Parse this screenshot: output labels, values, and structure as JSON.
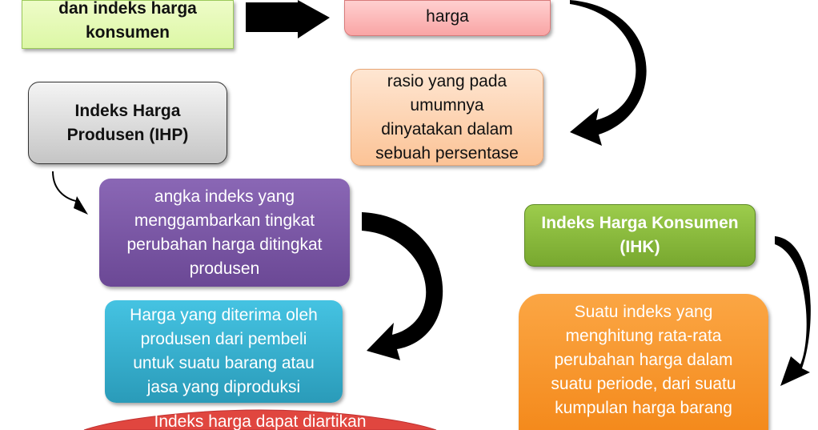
{
  "nodes": {
    "green": {
      "lines": [
        "dan indeks harga",
        "konsumen"
      ],
      "color": "#e3fab0"
    },
    "pink": {
      "lines": [
        "harga"
      ],
      "color": "#fcb6b6"
    },
    "peach": {
      "lines": [
        "rasio yang pada",
        "umumnya",
        "dinyatakan dalam",
        "sebuah persentase"
      ],
      "color": "#fdd3b0"
    },
    "ihp": {
      "lines": [
        "Indeks Harga",
        "Produsen (IHP)"
      ],
      "color": "#d8d8d8"
    },
    "purple": {
      "lines": [
        "angka indeks yang",
        "menggambarkan tingkat",
        "perubahan harga ditingkat",
        "produsen"
      ],
      "color": "#7a55a5"
    },
    "cyan": {
      "lines": [
        "Harga yang diterima oleh",
        "produsen dari pembeli",
        "untuk suatu barang atau",
        "jasa yang diproduksi"
      ],
      "color": "#35b2d3"
    },
    "red": {
      "lines": [
        "Indeks harga dapat diartikan"
      ],
      "color": "#e0463f"
    },
    "ihk": {
      "lines": [
        "Indeks Harga Konsumen",
        "(IHK)"
      ],
      "color": "#8cba3e"
    },
    "orange": {
      "lines": [
        "Suatu indeks yang",
        "menghitung rata-rata",
        "perubahan harga dalam",
        "suatu periode, dari suatu",
        "kumpulan harga barang"
      ],
      "color": "#f7942b"
    }
  }
}
